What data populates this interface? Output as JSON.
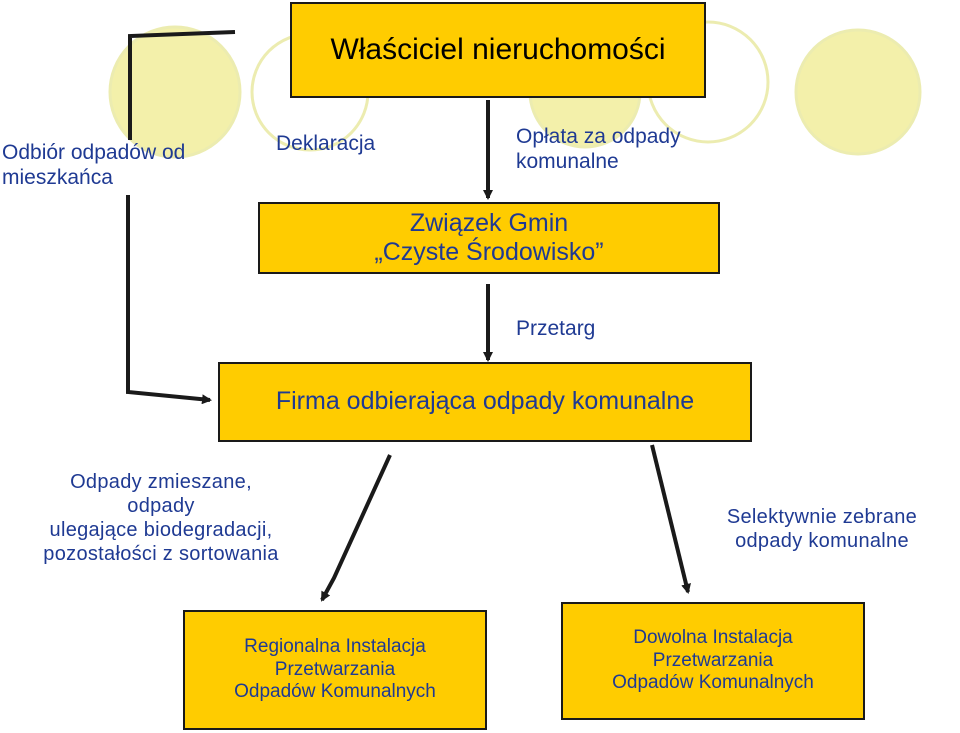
{
  "colors": {
    "box_fill": "#ffcc00",
    "box_border": "#1a1a1a",
    "text": "#1f3a93",
    "circle_fill": "#f3f0aa",
    "circle_stroke": "#ececb0",
    "arrow": "#1a1a1a"
  },
  "boxes": {
    "owner": {
      "title": "Właściciel nieruchomości"
    },
    "union": {
      "line1": "Związek Gmin",
      "line2": "„Czyste Środowisko”"
    },
    "company": {
      "title": "Firma odbierająca odpady komunalne"
    },
    "regional": {
      "line1": "Regionalna Instalacja",
      "line2": "Przetwarzania",
      "line3": "Odpadów Komunalnych"
    },
    "any": {
      "line1": "Dowolna Instalacja",
      "line2": "Przetwarzania",
      "line3": "Odpadów Komunalnych"
    }
  },
  "labels": {
    "collection": {
      "line1": "Odbiór odpadów od",
      "line2": "mieszkańca"
    },
    "declaration": "Deklaracja",
    "fee": {
      "line1": "Opłata za odpady",
      "line2": "komunalne"
    },
    "tender": "Przetarg",
    "mixed": {
      "line1": "Odpady zmieszane,",
      "line2": "odpady",
      "line3": "ulegające biodegradacji,",
      "line4": "pozostałości z sortowania"
    },
    "selective": {
      "line1": "Selektywnie zebrane",
      "line2": "odpady komunalne"
    }
  }
}
